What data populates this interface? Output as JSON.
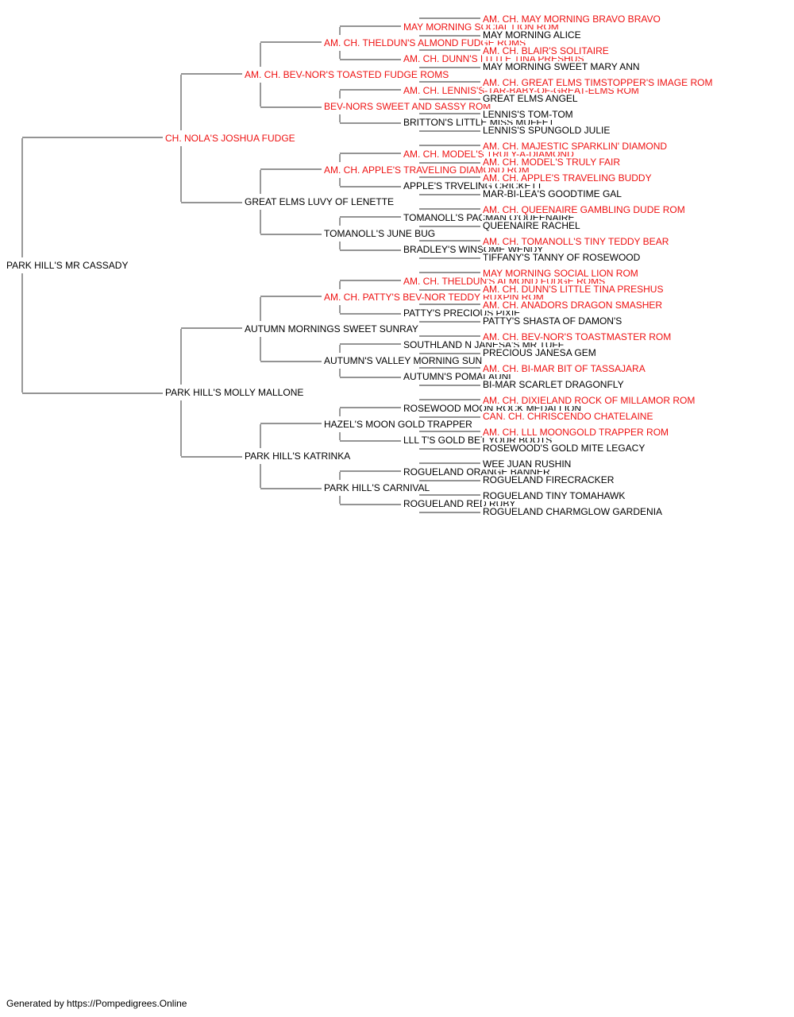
{
  "colors": {
    "champion": "#ee1111",
    "regular": "#000000",
    "line": "#555555"
  },
  "pedigree": {
    "subject": {
      "name": "PARK HILL'S MR CASSADY",
      "champion": false
    },
    "sire": {
      "name": "CH. NOLA'S JOSHUA FUDGE",
      "champion": true
    },
    "dam": {
      "name": "PARK HILL'S MOLLY MALLONE",
      "champion": false
    },
    "generation3": [
      {
        "name": "AM. CH. BEV-NOR'S TOASTED FUDGE ROMS",
        "champion": true
      },
      {
        "name": "GREAT ELMS LUVY OF LENETTE",
        "champion": false
      },
      {
        "name": "AUTUMN MORNINGS SWEET SUNRAY",
        "champion": false
      },
      {
        "name": "PARK HILL'S KATRINKA",
        "champion": false
      }
    ],
    "generation4": [
      {
        "name": "AM. CH. THELDUN'S ALMOND FUDGE ROMS",
        "champion": true
      },
      {
        "name": "BEV-NORS SWEET AND SASSY ROM",
        "champion": true
      },
      {
        "name": "AM. CH. APPLE'S TRAVELING DIAMOND ROM",
        "champion": true
      },
      {
        "name": "TOMANOLL'S JUNE BUG",
        "champion": false
      },
      {
        "name": "AM. CH. PATTY'S BEV-NOR TEDDY RUXPIN ROM",
        "champion": true
      },
      {
        "name": "AUTUMN'S VALLEY MORNING SUN",
        "champion": false
      },
      {
        "name": "HAZEL'S MOON GOLD TRAPPER",
        "champion": false
      },
      {
        "name": "PARK HILL'S CARNIVAL",
        "champion": false
      }
    ],
    "generation5": [
      {
        "name": "MAY MORNING SOCIAL LION ROM",
        "champion": true
      },
      {
        "name": "AM. CH. DUNN'S LITTLE TINA PRESHUS",
        "champion": true
      },
      {
        "name": "AM. CH. LENNIS'S-TAR-BABY-OF-GREAT-ELMS ROM",
        "champion": true
      },
      {
        "name": "BRITTON'S LITTLE MISS MUFFET",
        "champion": false
      },
      {
        "name": "AM. CH. MODEL'S TRULY-A-DIAMOND",
        "champion": true
      },
      {
        "name": "APPLE'S TRVELING CRICKETT",
        "champion": false
      },
      {
        "name": "TOMANOLL'S PACMAN O'QUEENAIRE",
        "champion": false
      },
      {
        "name": "BRADLEY'S WINSOME WENDY",
        "champion": false
      },
      {
        "name": "AM. CH. THELDUN'S ALMOND FUDGE ROMS",
        "champion": true
      },
      {
        "name": "PATTY'S PRECIOUS PIXIE",
        "champion": false
      },
      {
        "name": "SOUTHLAND N JANESA'S MR TUFF",
        "champion": false
      },
      {
        "name": "AUTUMN'S POMALAUNI",
        "champion": false
      },
      {
        "name": "ROSEWOOD MOON ROCK MEDALLION",
        "champion": false
      },
      {
        "name": "LLL T'S GOLD BET YOUR BOOTS",
        "champion": false
      },
      {
        "name": "ROGUELAND ORANGE BANNER",
        "champion": false
      },
      {
        "name": "ROGUELAND RED RUBY",
        "champion": false
      }
    ],
    "generation6": [
      {
        "name": "AM. CH. MAY MORNING BRAVO BRAVO",
        "champion": true
      },
      {
        "name": "MAY MORNING ALICE",
        "champion": false
      },
      {
        "name": "AM. CH. BLAIR'S SOLITAIRE",
        "champion": true
      },
      {
        "name": "MAY MORNING SWEET MARY ANN",
        "champion": false
      },
      {
        "name": "AM. CH. GREAT ELMS TIMSTOPPER'S IMAGE ROM",
        "champion": true
      },
      {
        "name": "GREAT ELMS ANGEL",
        "champion": false
      },
      {
        "name": "LENNIS'S TOM-TOM",
        "champion": false
      },
      {
        "name": "LENNIS'S SPUNGOLD JULIE",
        "champion": false
      },
      {
        "name": "AM. CH. MAJESTIC SPARKLIN' DIAMOND",
        "champion": true
      },
      {
        "name": "AM. CH. MODEL'S TRULY FAIR",
        "champion": true
      },
      {
        "name": "AM. CH. APPLE'S TRAVELING BUDDY",
        "champion": true
      },
      {
        "name": "MAR-BI-LEA'S GOODTIME GAL",
        "champion": false
      },
      {
        "name": "AM. CH. QUEENAIRE GAMBLING DUDE ROM",
        "champion": true
      },
      {
        "name": "QUEENAIRE RACHEL",
        "champion": false
      },
      {
        "name": "AM. CH. TOMANOLL'S TINY TEDDY BEAR",
        "champion": true
      },
      {
        "name": "TIFFANY'S TANNY OF ROSEWOOD",
        "champion": false
      },
      {
        "name": "MAY MORNING SOCIAL LION ROM",
        "champion": true
      },
      {
        "name": "AM. CH. DUNN'S LITTLE TINA PRESHUS",
        "champion": true
      },
      {
        "name": "AM. CH. ANADORS DRAGON SMASHER",
        "champion": true
      },
      {
        "name": "PATTY'S SHASTA OF DAMON'S",
        "champion": false
      },
      {
        "name": "AM. CH. BEV-NOR'S TOASTMASTER ROM",
        "champion": true
      },
      {
        "name": "PRECIOUS JANESA GEM",
        "champion": false
      },
      {
        "name": "AM. CH. BI-MAR BIT OF TASSAJARA",
        "champion": true
      },
      {
        "name": "BI-MAR SCARLET DRAGONFLY",
        "champion": false
      },
      {
        "name": "AM. CH. DIXIELAND ROCK OF MILLAMOR ROM",
        "champion": true
      },
      {
        "name": "CAN. CH. CHRISCENDO CHATELAINE",
        "champion": true
      },
      {
        "name": "AM. CH. LLL MOONGOLD TRAPPER ROM",
        "champion": true
      },
      {
        "name": "ROSEWOOD'S GOLD MITE LEGACY",
        "champion": false
      },
      {
        "name": "WEE JUAN RUSHIN",
        "champion": false
      },
      {
        "name": "ROGUELAND FIRECRACKER",
        "champion": false
      },
      {
        "name": "ROGUELAND TINY TOMAHAWK",
        "champion": false
      },
      {
        "name": "ROGUELAND CHARMGLOW GARDENIA",
        "champion": false
      }
    ]
  },
  "footer": {
    "text": "Generated by https://Pompedigrees.Online"
  }
}
